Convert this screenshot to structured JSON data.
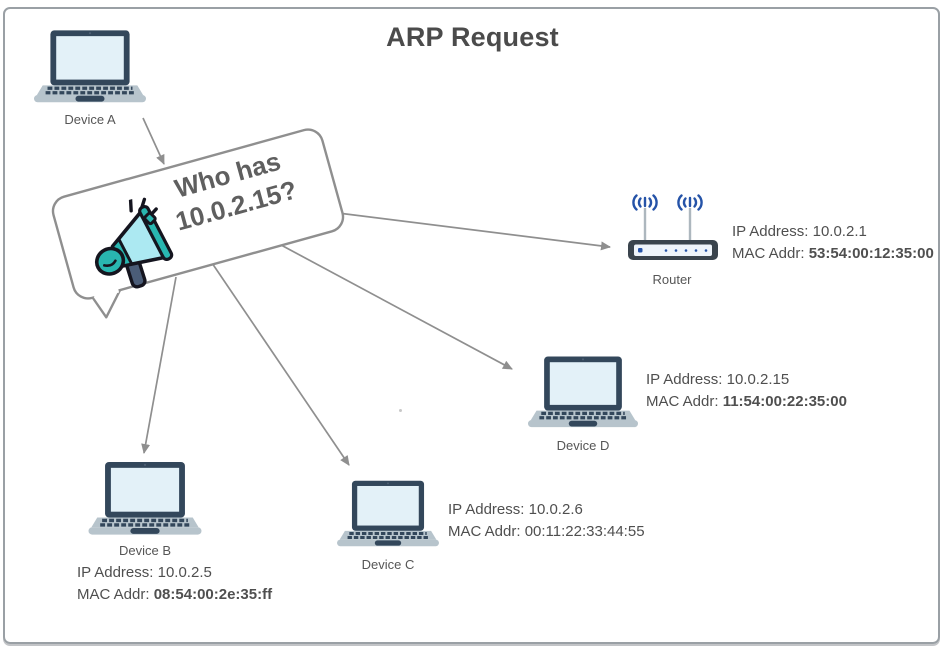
{
  "title": "ARP Request",
  "speech_bubble": {
    "line1": "Who has",
    "line2": "10.0.2.15?"
  },
  "nodes": {
    "device_a": {
      "label": "Device A"
    },
    "router": {
      "label": "Router",
      "ip_label": "IP Address:",
      "ip": "10.0.2.1",
      "mac_label": "MAC Addr:",
      "mac": "53:54:00:12:35:00"
    },
    "device_d": {
      "label": "Device D",
      "ip_label": "IP Address:",
      "ip": "10.0.2.15",
      "mac_label": "MAC Addr:",
      "mac": "11:54:00:22:35:00"
    },
    "device_b": {
      "label": "Device B",
      "ip_label": "IP Address:",
      "ip": "10.0.2.5",
      "mac_label": "MAC Addr:",
      "mac": "08:54:00:2e:35:ff"
    },
    "device_c": {
      "label": "Device C",
      "ip_label": "IP Address:",
      "ip": "10.0.2.6",
      "mac_label": "MAC Addr:",
      "mac": "00:11:22:33:44:55"
    }
  },
  "colors": {
    "arrow_gray": "#8f8f8f",
    "border_gray": "#9aa0a5",
    "wifi_blue": "#2553a8",
    "laptop_frame": "#33475b",
    "laptop_screen": "#e3f1f8",
    "laptop_base": "#b7c4cc",
    "router_body": "#3a444d",
    "megaphone_teal": "#29b6b0",
    "megaphone_light_cyan": "#ace9f2",
    "megaphone_handle": "#4b5d78",
    "text_gray": "#4f4f4f"
  }
}
